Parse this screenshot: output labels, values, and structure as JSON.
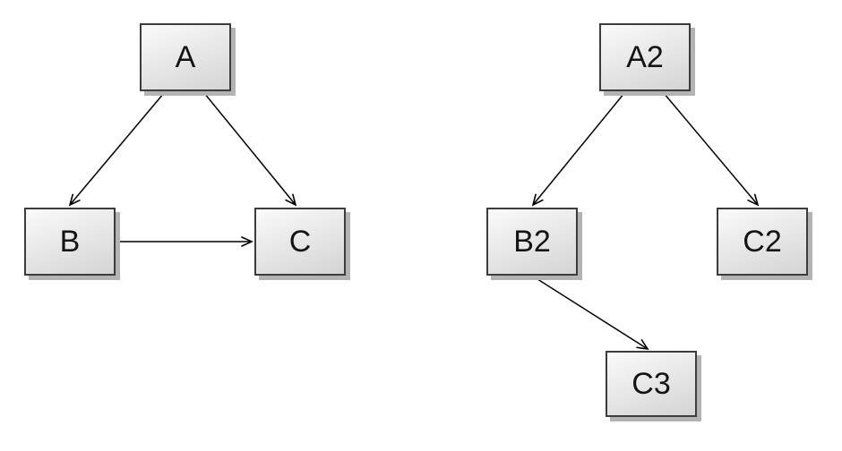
{
  "colors": {
    "background": "#ffffff",
    "box_fill_light": "#fafafa",
    "box_fill_dark": "#d4d4d4",
    "box_border": "#3c3c3c",
    "box_shadow": "#b3b3b3",
    "arrow": "#000000",
    "label_text": "#141414"
  },
  "diagram_left": {
    "nodes": [
      {
        "id": "A",
        "label": "A"
      },
      {
        "id": "B",
        "label": "B"
      },
      {
        "id": "C",
        "label": "C"
      }
    ],
    "edges": [
      {
        "from": "A",
        "to": "B"
      },
      {
        "from": "A",
        "to": "C"
      },
      {
        "from": "B",
        "to": "C"
      }
    ]
  },
  "diagram_right": {
    "nodes": [
      {
        "id": "A2",
        "label": "A2"
      },
      {
        "id": "B2",
        "label": "B2"
      },
      {
        "id": "C2",
        "label": "C2"
      },
      {
        "id": "C3",
        "label": "C3"
      }
    ],
    "edges": [
      {
        "from": "A2",
        "to": "B2"
      },
      {
        "from": "A2",
        "to": "C2"
      },
      {
        "from": "B2",
        "to": "C3"
      }
    ]
  }
}
